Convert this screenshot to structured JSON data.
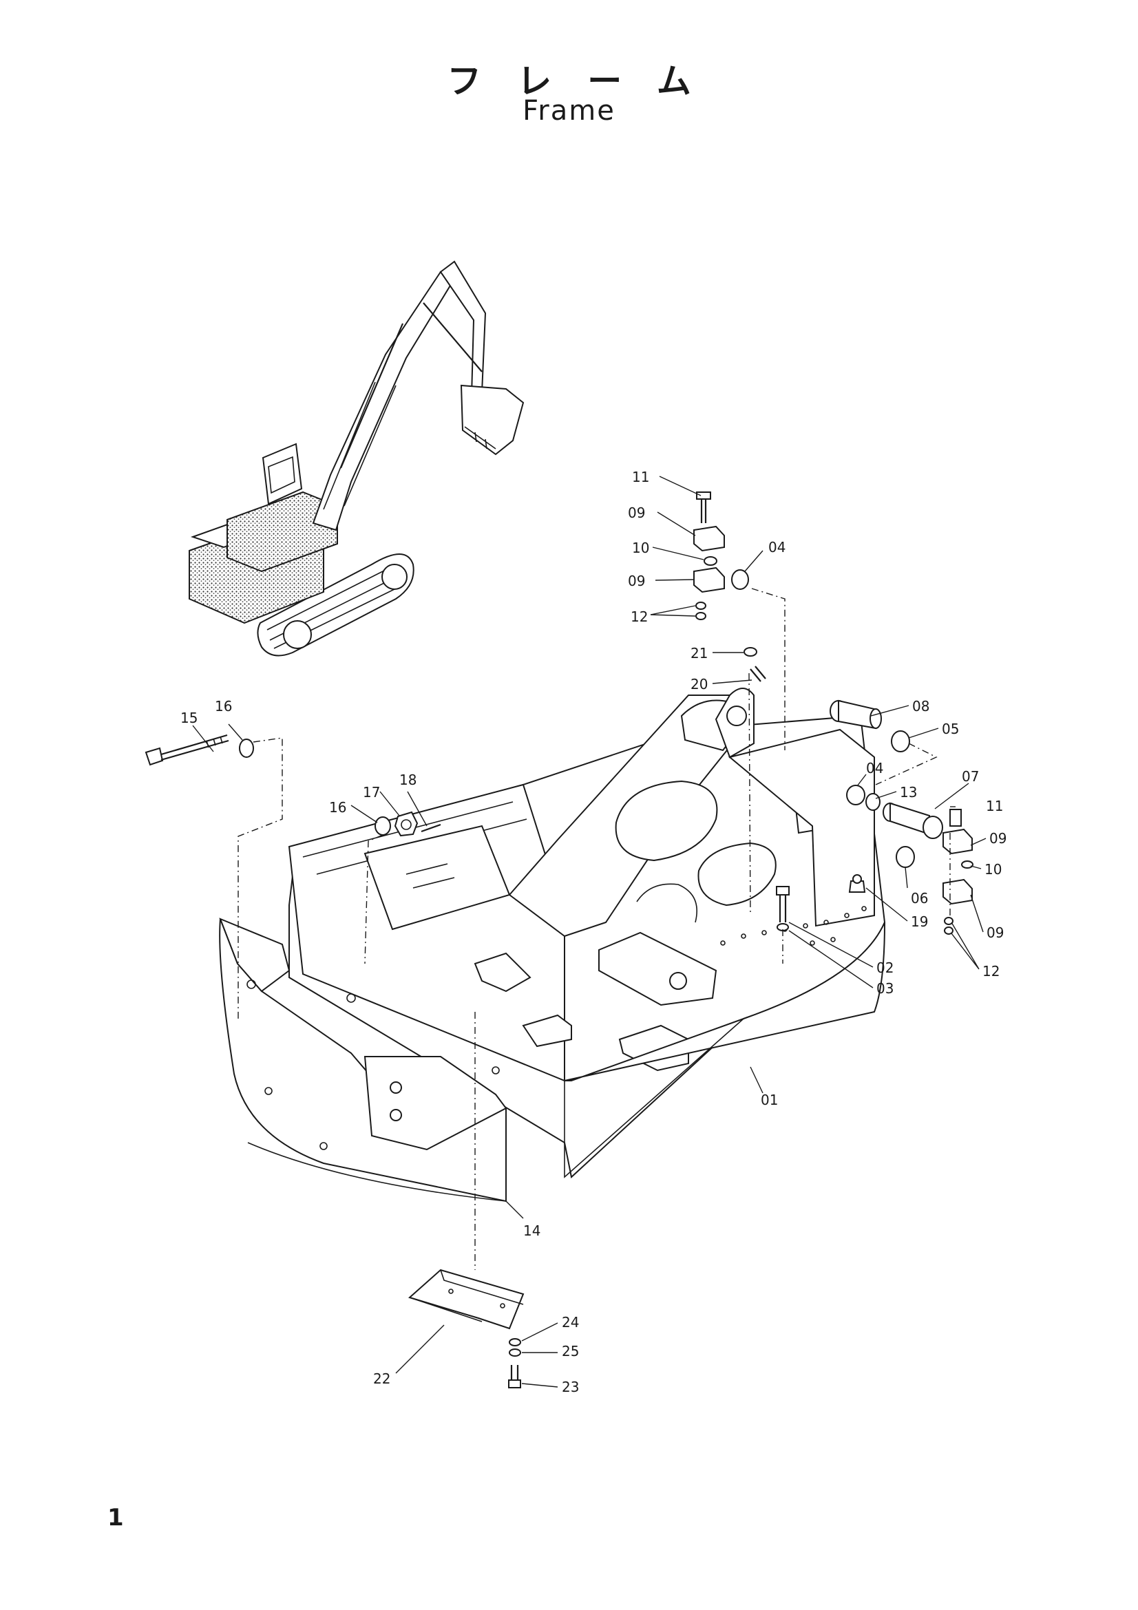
{
  "header": {
    "title_jp": "フレーム",
    "title_en": "Frame"
  },
  "page_number": "1",
  "callouts": [
    "11",
    "09",
    "10",
    "09",
    "12",
    "04",
    "21",
    "20",
    "08",
    "05",
    "04",
    "07",
    "11",
    "09",
    "13",
    "10",
    "06",
    "19",
    "09",
    "12",
    "02",
    "03",
    "01",
    "15",
    "16",
    "16",
    "17",
    "18",
    "14",
    "22",
    "24",
    "25",
    "23"
  ]
}
